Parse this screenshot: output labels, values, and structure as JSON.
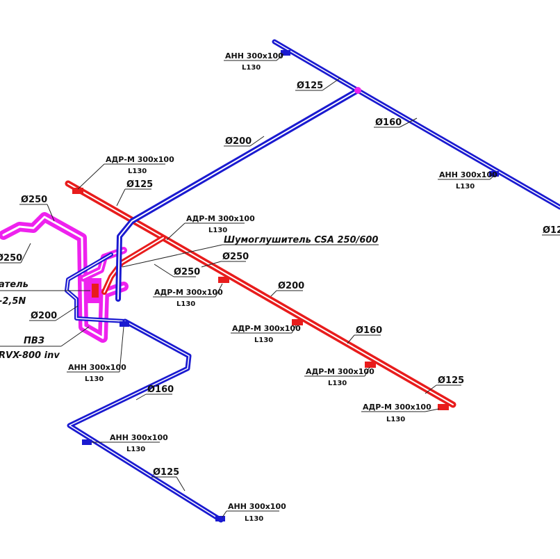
{
  "colors": {
    "supply": "#e81c1c",
    "exhaust": "#1a1ad0",
    "unit": "#ee22ee",
    "text": "#111111"
  },
  "labels": {
    "anh_top": {
      "name": "АНН 300х100",
      "len": "L130"
    },
    "d125_top": "Ø125",
    "d160_top": "Ø160",
    "d200_blue": "Ø200",
    "anh_right": {
      "name": "АНН 300х100",
      "len": "L130"
    },
    "d125_right": "Ø12",
    "adr_1": {
      "name": "АДР-М 300х100",
      "len": "L130"
    },
    "d125_red": "Ø125",
    "adr_2": {
      "name": "АДР-М 300х100",
      "len": "L130"
    },
    "silencer": "Шумоглушитель CSA 250/600",
    "d250_a": "Ø250",
    "d250_b": "Ø250",
    "d250_unit": "Ø250",
    "d250_left": "Ø250",
    "heater_a": "атель",
    "heater_b": "-2,5N",
    "d200_left": "Ø200",
    "pvz_a": "ПВЗ",
    "pvz_b": "RVX-800 inv",
    "adr_3": {
      "name": "АДР-М 300х100",
      "len": "L130"
    },
    "d200_red": "Ø200",
    "adr_4": {
      "name": "АДР-М 300х100",
      "len": "L130"
    },
    "d160_red": "Ø160",
    "adr_5": {
      "name": "АДР-М 300х100",
      "len": "L130"
    },
    "d125_red2": "Ø125",
    "adr_6": {
      "name": "АДР-М 300х100",
      "len": "L130"
    },
    "anh_mid": {
      "name": "АНН 300х100",
      "len": "L130"
    },
    "d160_blue": "Ø160",
    "anh_low": {
      "name": "АНН 300х100",
      "len": "L130"
    },
    "d125_blue_low": "Ø125",
    "anh_bottom": {
      "name": "АНН 300х100",
      "len": "L130"
    }
  }
}
